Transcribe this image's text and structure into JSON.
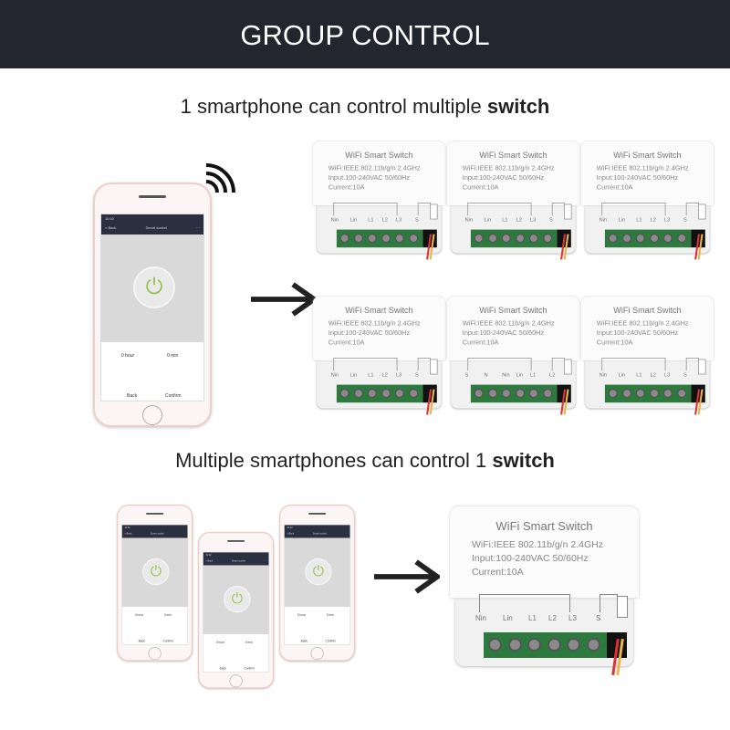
{
  "header": {
    "title": "GROUP CONTROL"
  },
  "section1": {
    "text": "1 smartphone can control multiple ",
    "bold": "switch"
  },
  "section2": {
    "text": "Multiple smartphones can control 1 ",
    "bold": "switch"
  },
  "switch": {
    "title": "WiFi Smart Switch",
    "wifi": "WiFi:IEEE 802.11b/g/n 2.4GHz",
    "input": "Input:100-240VAC 50/60Hz",
    "current": "Current:10A",
    "terminals": [
      "Nin",
      "Lin",
      "L1",
      "L2",
      "L3",
      "S"
    ],
    "terminals_alt": [
      "S",
      "N",
      "Nin",
      "Lin",
      "L1",
      "L2"
    ]
  },
  "phone": {
    "time": "11:02",
    "back": "< Back",
    "title": "Smart socket",
    "hour": "0 hour",
    "min": "0 min",
    "back_btn": "Back",
    "confirm": "Confirm"
  },
  "colors": {
    "header_bg": "#23262e",
    "terminal_green": "#2d7a3f",
    "power_icon": "#9cc35a"
  },
  "icons": [
    "wifi-signal-icon",
    "arrow-right-icon",
    "power-icon"
  ]
}
